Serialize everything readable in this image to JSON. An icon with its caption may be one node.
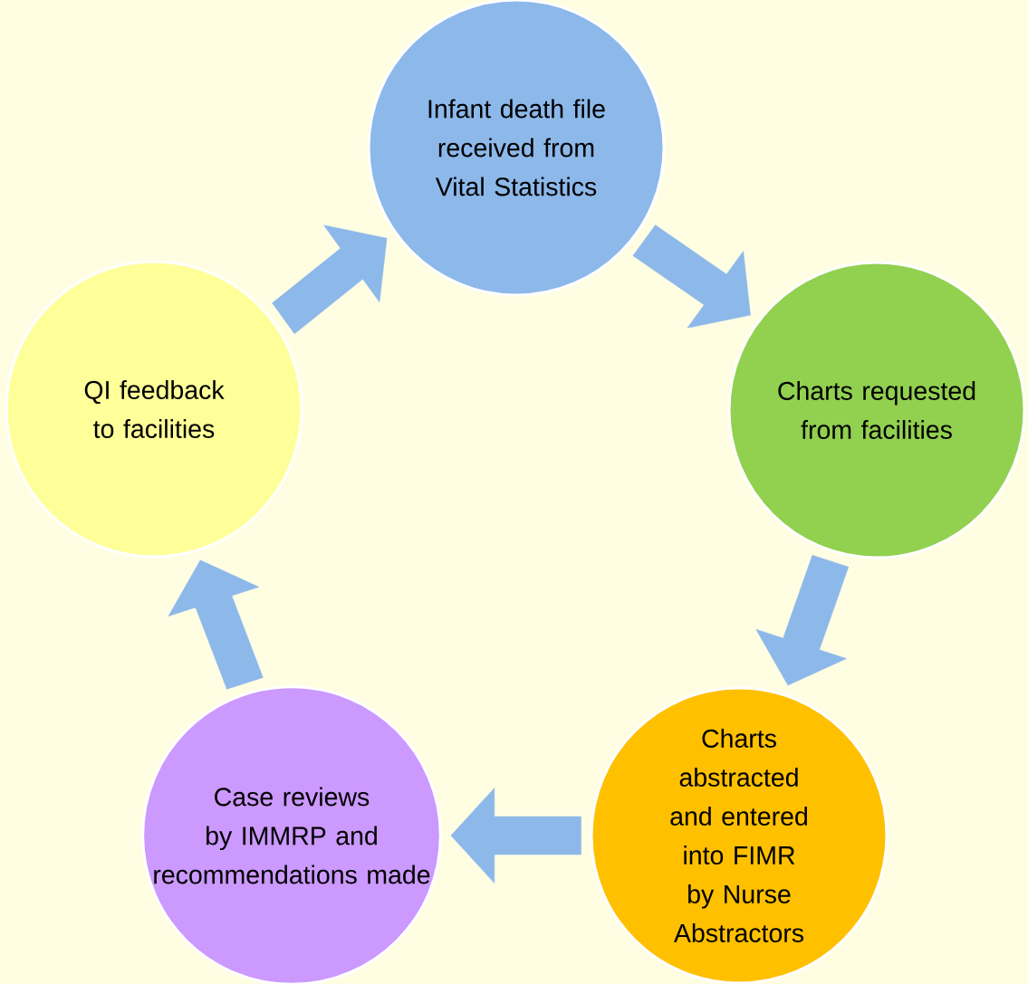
{
  "diagram": {
    "nodes": [
      {
        "text": [
          "Infant death file received from Vital Statistics"
        ]
      },
      {
        "text": [
          "Charts requested from facilities"
        ]
      },
      {
        "text": [
          "Charts abstracted and entered into FIMR by Nurse Abstractors"
        ]
      },
      {
        "text": [
          "Case reviews by IMMRP and recommendations made"
        ]
      },
      {
        "text": [
          "QI feedback to facilities"
        ]
      }
    ],
    "edges": [
      {
        "from": 0,
        "to": 1,
        "arrow": "to"
      },
      {
        "from": 1,
        "to": 2,
        "arrow": "to"
      },
      {
        "from": 2,
        "to": 3,
        "arrow": "to"
      },
      {
        "from": 3,
        "to": 4,
        "arrow": "to"
      },
      {
        "from": 4,
        "to": 0,
        "arrow": "to"
      }
    ]
  }
}
